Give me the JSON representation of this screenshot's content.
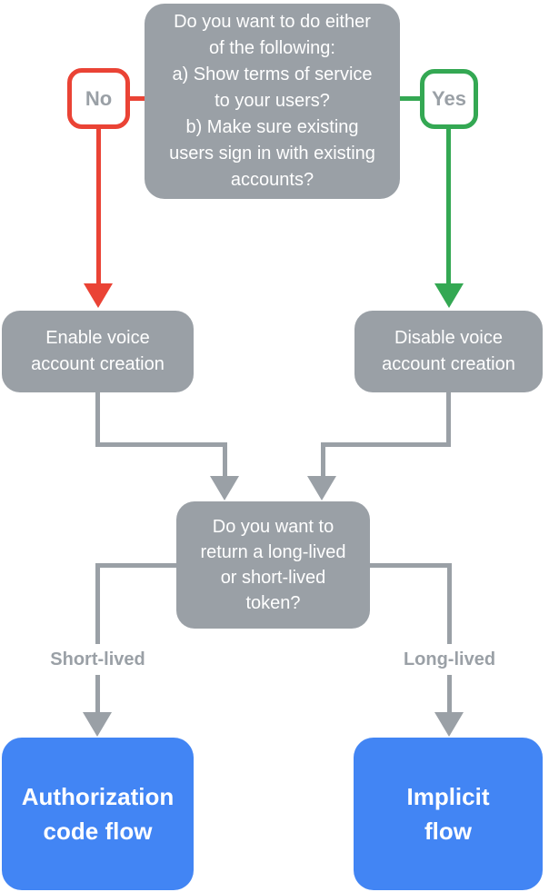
{
  "colors": {
    "gray": "#9AA0A6",
    "red": "#EA4335",
    "green": "#34A853",
    "blue": "#4285F4",
    "white": "#FFFFFF",
    "label_text": "#9AA0A6"
  },
  "flowchart": {
    "root_question": "Do you want to do either\nof the following:\na) Show terms of service\nto your users?\nb) Make sure existing\nusers sign in with existing\naccounts?",
    "no_branch_label": "No",
    "yes_branch_label": "Yes",
    "enable_node": "Enable voice\naccount creation",
    "disable_node": "Disable voice\naccount creation",
    "token_question": "Do you want to\nreturn a long-lived\nor short-lived\ntoken?",
    "short_lived_label": "Short-lived",
    "long_lived_label": "Long-lived",
    "authorization_node": "Authorization\ncode flow",
    "implicit_node": "Implicit\nflow"
  }
}
